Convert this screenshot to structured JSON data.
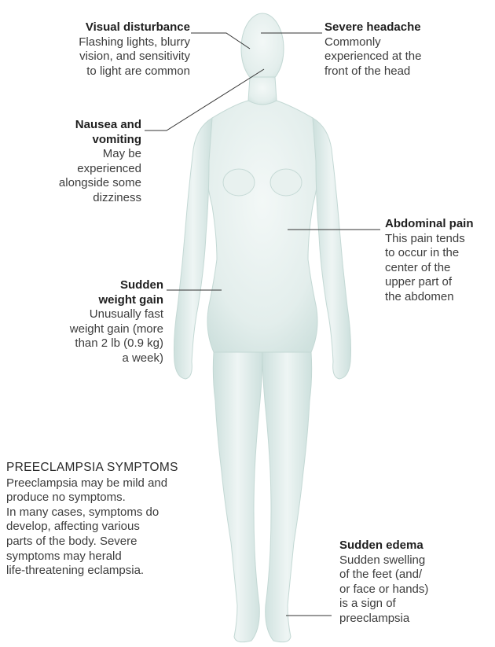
{
  "callouts": {
    "visual": {
      "title": "Visual disturbance",
      "lines": [
        "Flashing lights, blurry",
        "vision, and sensitivity",
        "to light are common"
      ]
    },
    "headache": {
      "title": "Severe headache",
      "lines": [
        "Commonly",
        "experienced at the",
        "front of the head"
      ]
    },
    "nausea": {
      "title_lines": [
        "Nausea and",
        "vomiting"
      ],
      "lines": [
        "May be",
        "experienced",
        "alongside some",
        "dizziness"
      ]
    },
    "abdominal": {
      "title": "Abdominal pain",
      "lines": [
        "This pain tends",
        "to occur in the",
        "center of the",
        "upper part of",
        "the abdomen"
      ]
    },
    "weight": {
      "title_lines": [
        "Sudden",
        "weight gain"
      ],
      "lines": [
        "Unusually fast",
        "weight gain (more",
        "than 2 lb (0.9 kg)",
        "a week)"
      ]
    },
    "edema": {
      "title": "Sudden edema",
      "lines": [
        "Sudden swelling",
        "of the feet (and/",
        "or face or hands)",
        "is a sign of",
        "preeclampsia"
      ]
    }
  },
  "info": {
    "title": "PREECLAMPSIA SYMPTOMS",
    "lines": [
      "Preeclampsia may be mild and",
      "produce no symptoms.",
      "In many cases, symptoms do",
      "develop, affecting various",
      "parts of the body. Severe",
      "symptoms may herald",
      "life-threatening eclampsia."
    ]
  },
  "colors": {
    "body_fill": "#e4eeec",
    "body_shade": "#c9dcd9",
    "leader_line": "#333333"
  }
}
